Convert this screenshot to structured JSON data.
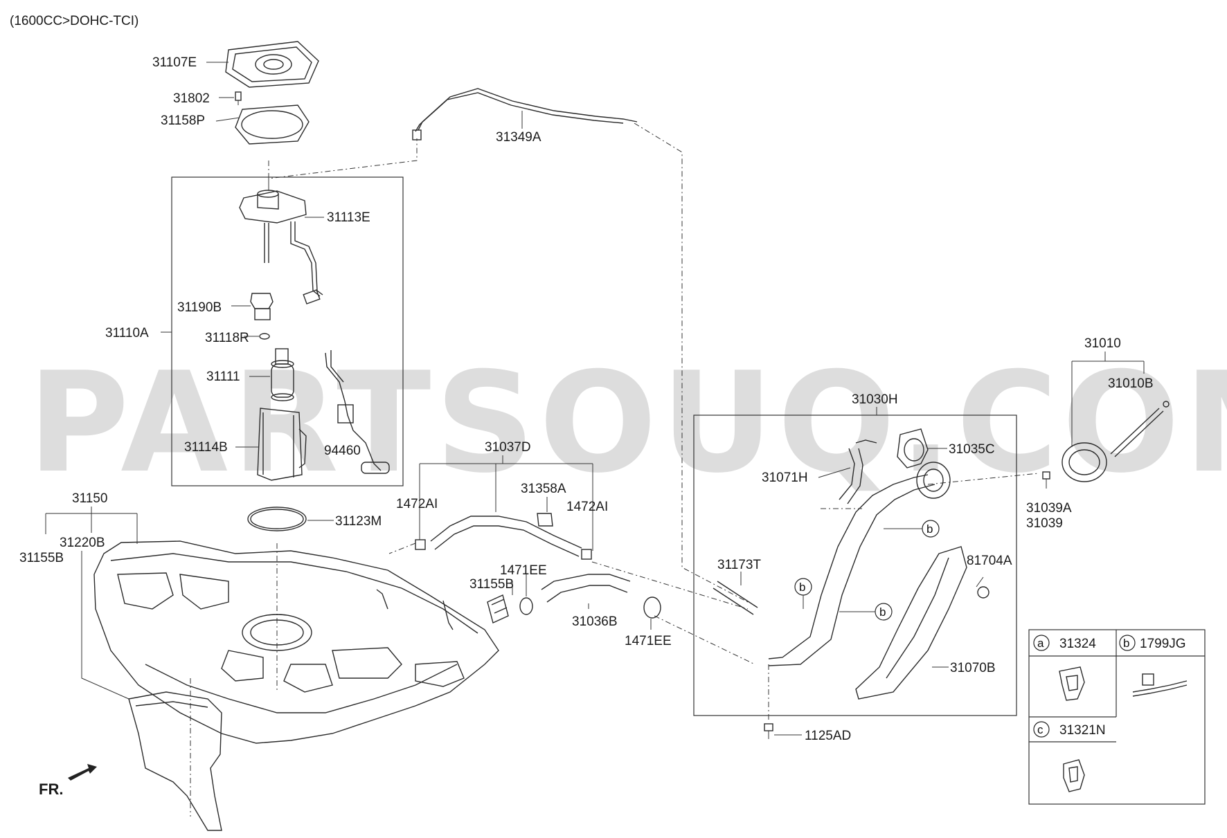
{
  "diagram": {
    "header": "(1600CC>DOHC-TCI)",
    "watermark": "PARTSOUQ.COM",
    "front_marker": "FR.",
    "labels": {
      "p31107E": "31107E",
      "p31802": "31802",
      "p31158P": "31158P",
      "p31349A": "31349A",
      "p31113E": "31113E",
      "p31190B": "31190B",
      "p31110A": "31110A",
      "p31118R": "31118R",
      "p31111": "31111",
      "p31114B": "31114B",
      "p94460": "94460",
      "p31150": "31150",
      "p31220B": "31220B",
      "p31155B_left": "31155B",
      "p31123M": "31123M",
      "p31037D": "31037D",
      "p1472AI_left": "1472AI",
      "p31358A": "31358A",
      "p1472AI_right": "1472AI",
      "p1471EE_top": "1471EE",
      "p31155B_mid": "31155B",
      "p31036B": "31036B",
      "p1471EE_bottom": "1471EE",
      "p31030H": "31030H",
      "p31035C": "31035C",
      "p31071H": "31071H",
      "p31173T": "31173T",
      "p81704A": "81704A",
      "p31070B": "31070B",
      "p1125AD": "1125AD",
      "p31010": "31010",
      "p31010B": "31010B",
      "p31039A": "31039A",
      "p31039": "31039"
    },
    "callouts": {
      "b1": "b",
      "b2": "b",
      "b3": "b"
    },
    "legend": {
      "a_key": "a",
      "a_part": "31324",
      "b_key": "b",
      "b_part": "1799JG",
      "c_key": "c",
      "c_part": "31321N"
    }
  }
}
